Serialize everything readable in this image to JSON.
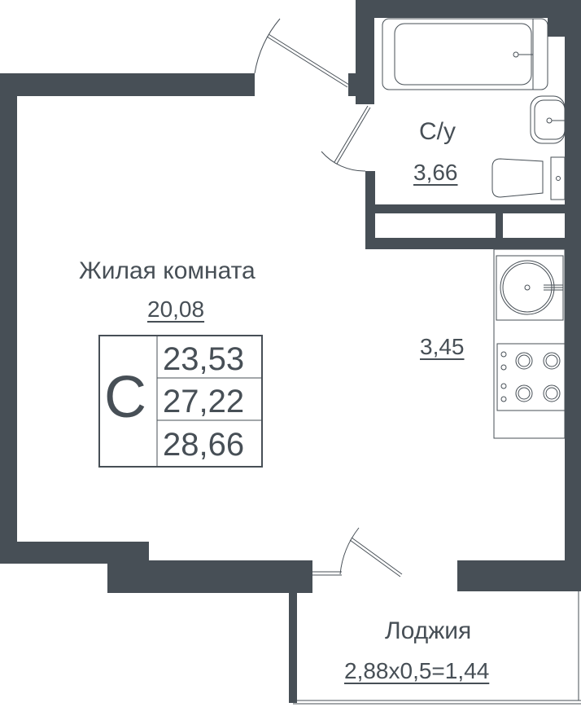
{
  "colors": {
    "wall": "#474f56",
    "line": "#474f56",
    "background": "#ffffff"
  },
  "rooms": {
    "living": {
      "title": "Жилая комната",
      "area": "20,08"
    },
    "bathroom": {
      "title": "С/у",
      "area": "3,66"
    },
    "kitchen": {
      "area": "3,45"
    },
    "loggia": {
      "title": "Лоджия",
      "area": "2,88x0,5=1,44"
    }
  },
  "summary": {
    "letter": "С",
    "values": [
      "23,53",
      "27,22",
      "28,66"
    ]
  }
}
